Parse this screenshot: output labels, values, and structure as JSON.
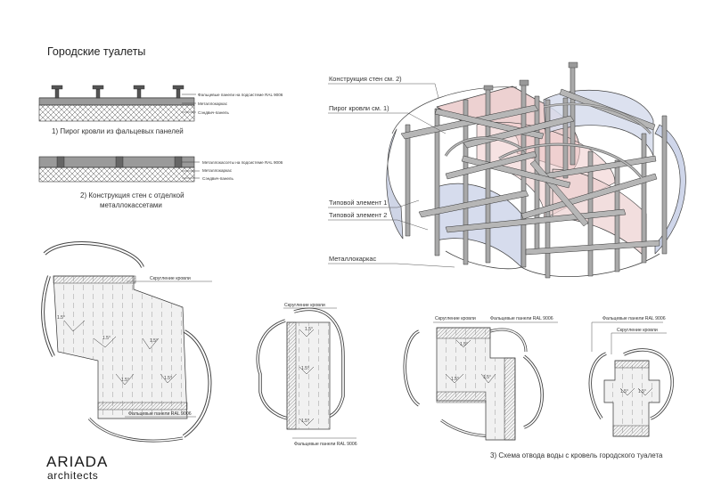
{
  "title": "Городские туалеты",
  "brand": {
    "line1": "ARIADA",
    "line2": "architects"
  },
  "detail1": {
    "caption": "1) Пирог кровли из фальцевых панелей",
    "layers": [
      "Фальцевые панели на подсистеме RAL 9006",
      "Металлокаркас",
      "Сэндвич-панель"
    ]
  },
  "detail2": {
    "caption_line1": "2) Конструкция стен с отделкой",
    "caption_line2": "металлокассетами",
    "layers": [
      "Металлокассеты на подсистеме RAL 9006",
      "Металлокаркас",
      "Сэндвич-панель"
    ]
  },
  "axo": {
    "labels": [
      "Конструкция стен см. 2)",
      "Пирог кровли см. 1)",
      "Типовой элемент 1",
      "Типовой элемент 2",
      "Металлокаркас"
    ]
  },
  "plans": {
    "round_label": "Скругление кровли",
    "panel_label": "Фальцевые панели RAL 9006",
    "slope": "1.5°",
    "caption": "3) Схема отвода воды с кровель городского туалета"
  }
}
